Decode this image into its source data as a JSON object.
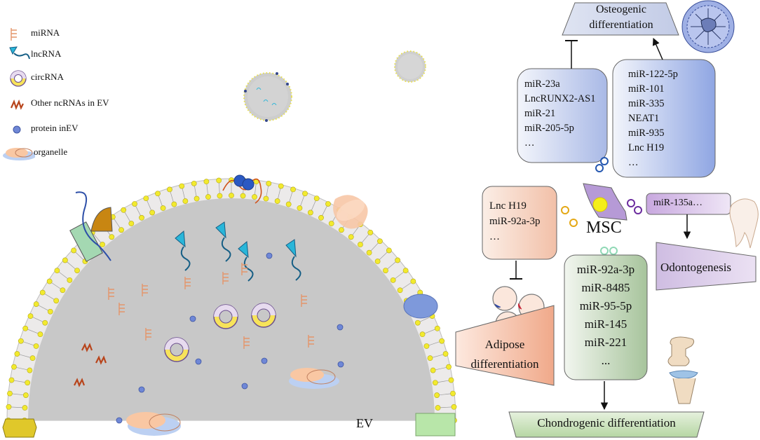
{
  "legend": {
    "mirna": "miRNA",
    "lncrna": "lncRNA",
    "circrna": "circRNA",
    "other": "Other ncRNAs in EV",
    "protein": "protein inEV",
    "organelle": "organelle"
  },
  "ev_label": "EV",
  "msc_label": "MSC",
  "osteogenic": {
    "title_line1": "Osteogenic",
    "title_line2": "differentiation",
    "inhibitors": [
      "miR-23a",
      "LncRUNX2-AS1",
      "miR-21",
      "miR-205-5p",
      "…"
    ],
    "promoters": [
      "miR-122-5p",
      "miR-101",
      "miR-335",
      "NEAT1",
      "miR-935",
      "Lnc H19",
      "…"
    ]
  },
  "adipose": {
    "inhibitors": [
      "Lnc H19",
      "miR-92a-3p",
      "…"
    ],
    "title_line1": "Adipose",
    "title_line2": "differentiation"
  },
  "odontogenic": {
    "promoter": "miR-135a…",
    "title": "Odontogenesis"
  },
  "chondrogenic": {
    "promoters": [
      "miR-92a-3p",
      "miR-8485",
      "miR-95-5p",
      "miR-145",
      "miR-221",
      "..."
    ],
    "title": "Chondrogenic differentiation"
  },
  "colors": {
    "lumen": "#c8c8c8",
    "lipid_head": "#f2ea2e",
    "mirna": "#e4956a",
    "lncrna": "#29b6d9",
    "other_ncrna": "#b8451c",
    "protein": "#6f87d6",
    "osteo_box": "#c9d3ee",
    "adipo_box": "#f7d2c0",
    "odonto_box": "#d7c2e6",
    "chondro_box": "#c5d9bf"
  }
}
